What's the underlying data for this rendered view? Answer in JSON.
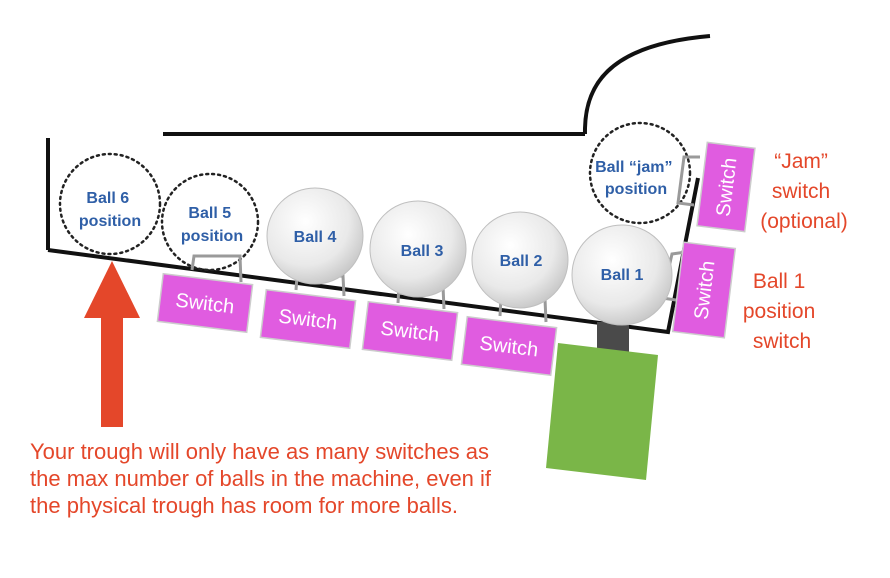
{
  "balls": [
    {
      "id": "ball-1",
      "label": "Ball 1"
    },
    {
      "id": "ball-2",
      "label": "Ball 2"
    },
    {
      "id": "ball-3",
      "label": "Ball 3"
    },
    {
      "id": "ball-4",
      "label": "Ball 4"
    }
  ],
  "positions": {
    "ball_6": [
      "Ball 6",
      "position"
    ],
    "ball_5": [
      "Ball 5",
      "position"
    ],
    "jam": [
      "Ball “jam”",
      "position"
    ]
  },
  "switch_label": "Switch",
  "notes": {
    "jam_switch": [
      "“Jam”",
      "switch",
      "(optional)"
    ],
    "ball1_switch": [
      "Ball 1",
      "position",
      "switch"
    ]
  },
  "caption": "Your trough will only have as many switches as the max number of balls in the machine, even if the physical trough has room for more balls.",
  "colors": {
    "switch": "#e05ce0",
    "switch_outline": "#cccccc",
    "ball_label": "#2f5fa7",
    "note": "#e4472a",
    "arrow": "#e4472a",
    "coil": "#7ab648",
    "plunger": "#4a4a4a",
    "outline": "#111111"
  }
}
